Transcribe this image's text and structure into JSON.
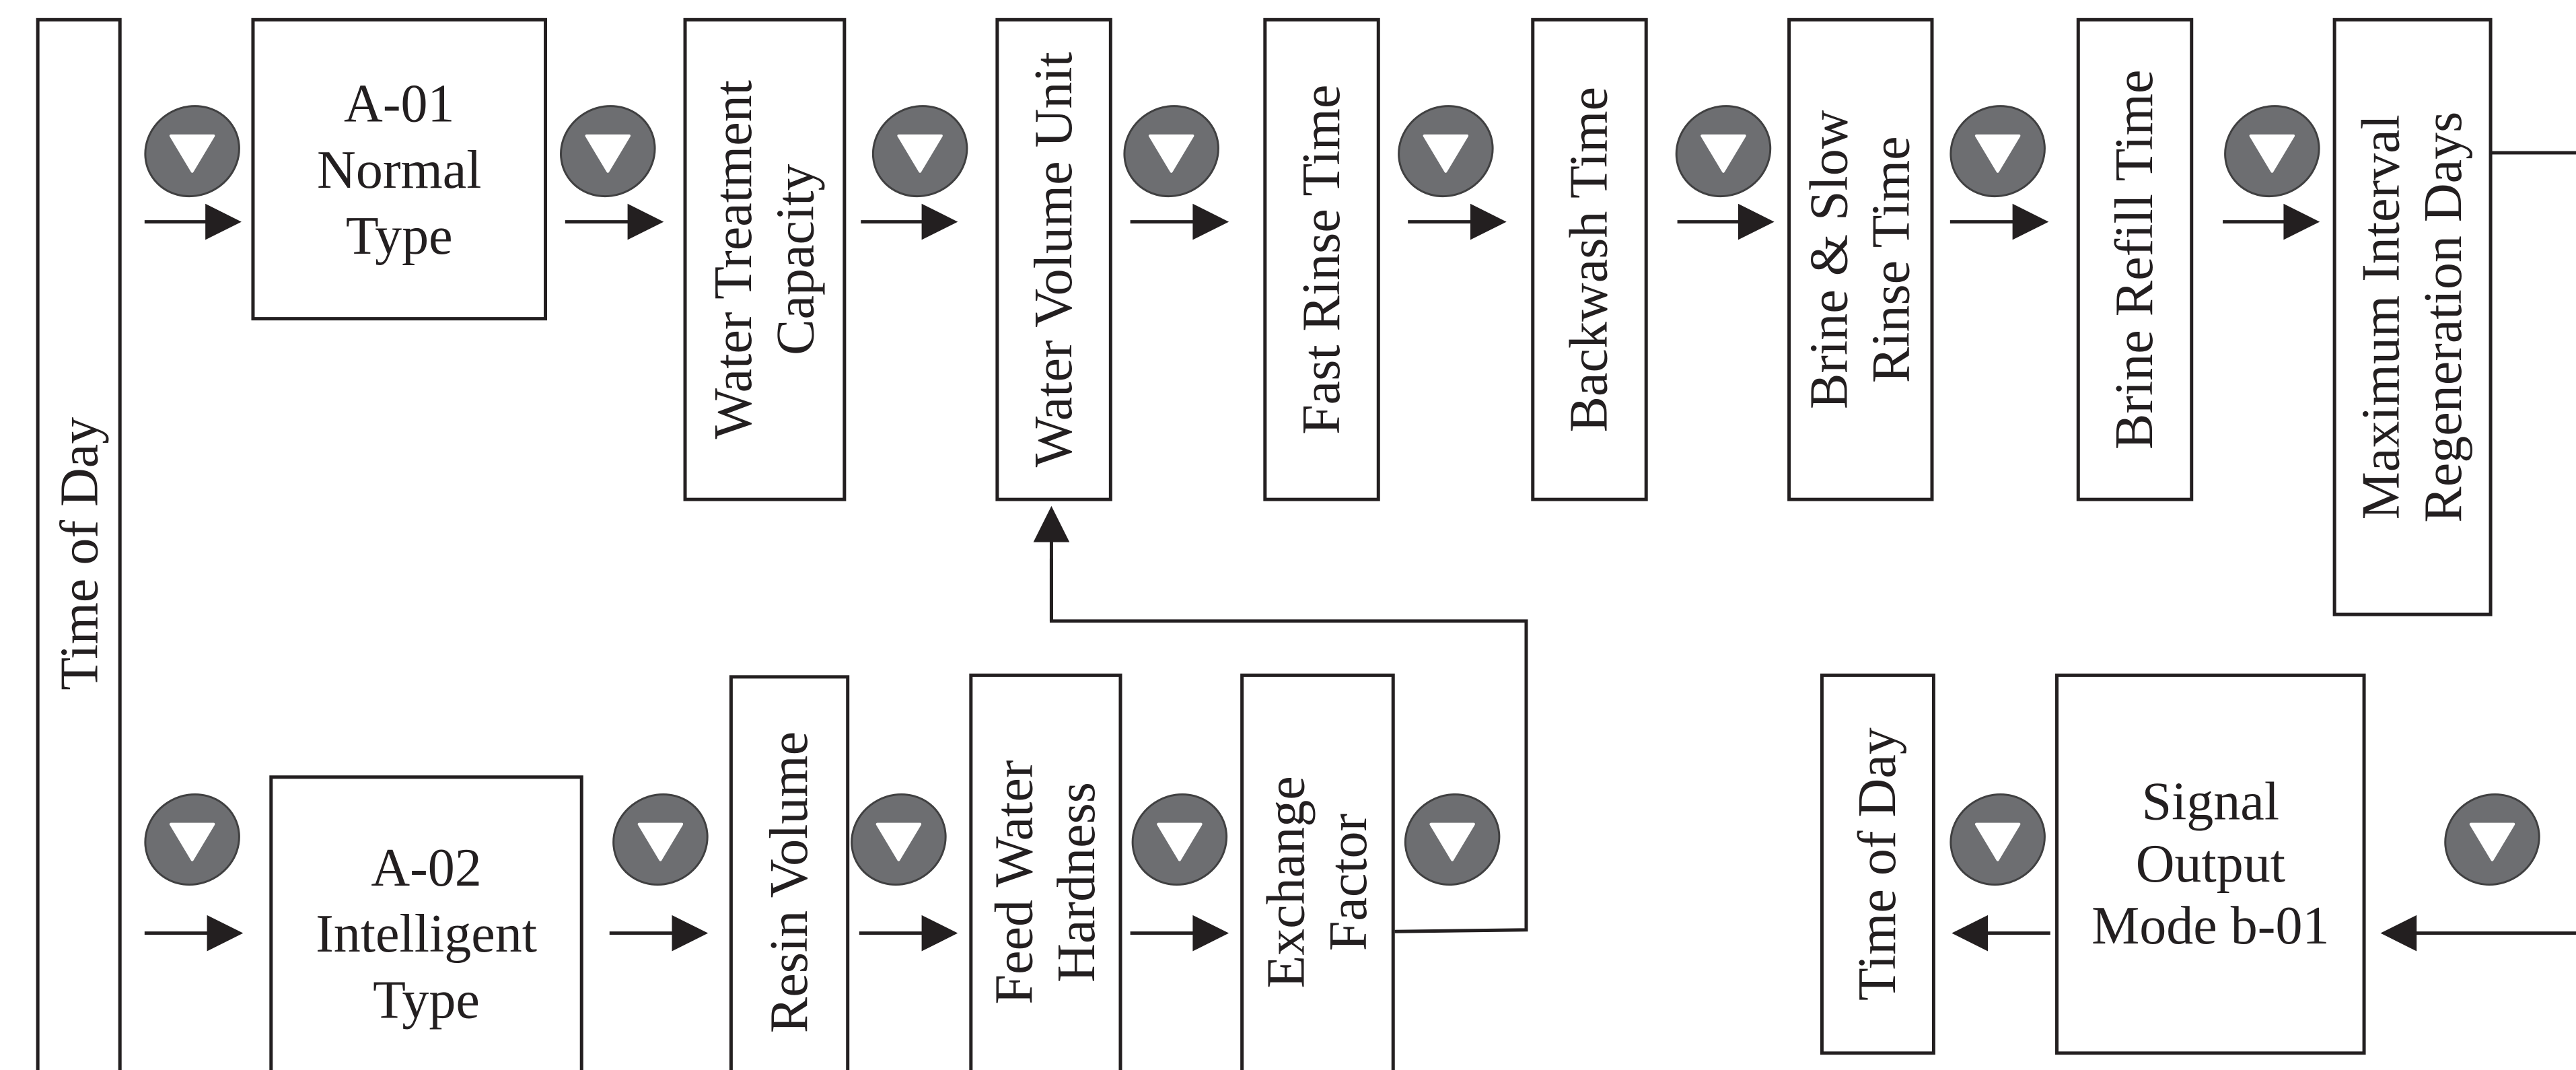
{
  "colors": {
    "ink": "#231f20",
    "button": "#6d6e71",
    "background": "#ffffff"
  },
  "icons": {
    "down_button": "down-triangle-button-icon",
    "arrow": "arrow-icon"
  },
  "boxes": {
    "time_of_day": [
      "Time of Day"
    ],
    "a01": [
      "A-01",
      "Normal",
      "Type"
    ],
    "water_treatment_capacity": [
      "Water Treatment",
      "Capacity"
    ],
    "water_volume_unit": [
      "Water Volume Unit"
    ],
    "fast_rinse_time": [
      "Fast Rinse Time"
    ],
    "backwash_time": [
      "Backwash Time"
    ],
    "brine_slow_rinse_time": [
      "Brine & Slow",
      "Rinse Time"
    ],
    "brine_refill_time": [
      "Brine Refill Time"
    ],
    "max_interval_regen_days": [
      "Maximum Interval",
      "Regeneration Days"
    ],
    "a02": [
      "A-02",
      "Intelligent",
      "Type"
    ],
    "resin_volume": [
      "Resin Volume"
    ],
    "feed_water_hardness": [
      "Feed Water",
      "Hardness"
    ],
    "exchange_factor": [
      "Exchange",
      "Factor"
    ],
    "signal_output_mode": [
      "Signal",
      "Output",
      "Mode b-01"
    ],
    "time_of_day_end": [
      "Time of Day"
    ]
  }
}
